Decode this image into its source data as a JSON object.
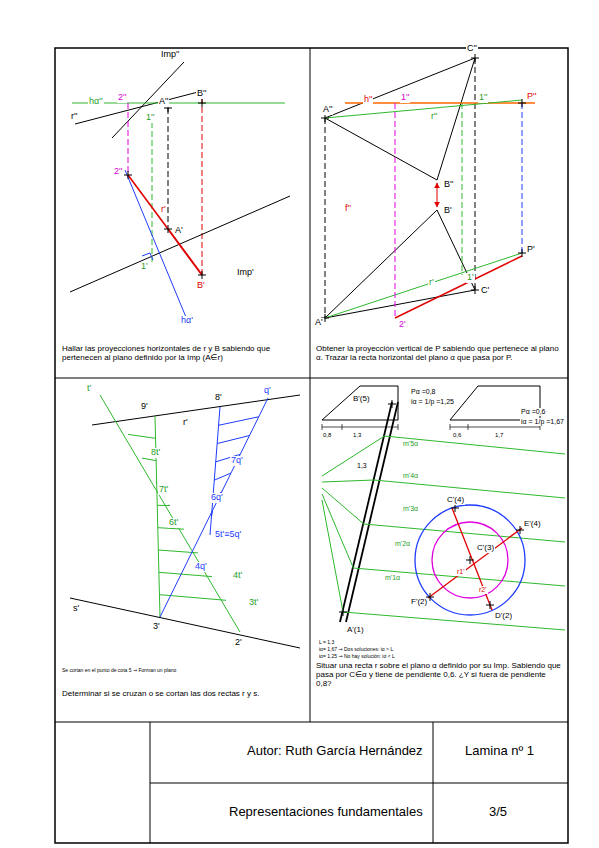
{
  "diagram": {
    "labels": [
      "Imp''",
      "A''",
      "B''",
      "hα''",
      "2''",
      "r''",
      "1''",
      "2''",
      "r'",
      "A'",
      "Imp'",
      "1'",
      "B'",
      "hα'",
      "Hallar las proyecciones horizontales de r y B sabiendo que pertenecen al plano definido por la Imp (A∈r)",
      "C''",
      "A''",
      "h''",
      "1''",
      "1''",
      "P''",
      "r''",
      "B''",
      "f''",
      "B'",
      "r'",
      "P'",
      "1'",
      "C'",
      "A'",
      "2'",
      "Obtener la proyección vertical de P sabiendo que pertenece al plano α. Trazar la recta horizontal del plano α que pasa por P.",
      "t'",
      "9'",
      "8'",
      "r'",
      "q'",
      "8t'",
      "7t'",
      "6t'",
      "7q'",
      "6q'",
      "5t'≡5q'",
      "4q'",
      "4t'",
      "3t'",
      "s'",
      "3'",
      "2'",
      "Se cortan en el punto de cota 5 ⇒ Forman un plano",
      "Determinar si se cruzan o se cortan las dos rectas r y s.",
      "Pα =0,8",
      "iα = 1/p =1,25",
      "0,8",
      "1,3",
      "0,6",
      "1,7",
      "Pα =0,6",
      "iα = 1/p =1,67",
      "B'(5)",
      "m'5α",
      "m'4α",
      "m'3α",
      "m'2α",
      "m'1α",
      "A'(1)",
      "1,3",
      "C'(4)",
      "E'(4)",
      "C'(3)",
      "r1'",
      "r2'",
      "F'(2)",
      "D'(2)",
      "L = 1,3",
      "iα= 1,67 ⇒ Dos soluciones: iα > L",
      "iα= 1,25 ⇒ No hay solución: iα < L",
      "Situar una recta r sobre el plano α definido por su Imp. Sabiendo que pasa por C∈α y tiene de pendiente 0,6. ¿Y si fuera de pendiente 0,8?",
      "Autor: Ruth García Hernández",
      "Lamina nº 1",
      "Representaciones fundamentales",
      "3/5"
    ]
  }
}
